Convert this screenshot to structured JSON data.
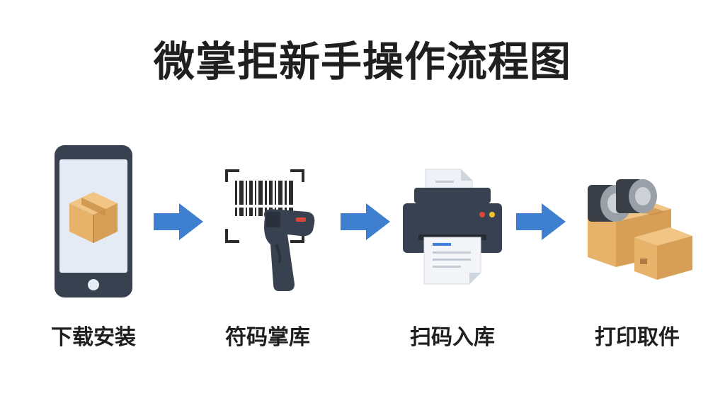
{
  "title": "微掌拒新手操作流程图",
  "colors": {
    "arrow": "#3f7fcf",
    "device_dark": "#38414f",
    "screen": "#e4ebf4",
    "box": "#e7b26a",
    "box_dark": "#c98e48",
    "accent_red": "#d9463a",
    "accent_yellow": "#f2c230",
    "accent_blue": "#3e82de"
  },
  "steps": [
    {
      "label": "下载安装",
      "icon": "smartphone-with-package-icon"
    },
    {
      "label": "符码掌库",
      "icon": "barcode-scanner-icon"
    },
    {
      "label": "扫码入库",
      "icon": "printer-icon"
    },
    {
      "label": "打印取件",
      "icon": "package-boxes-with-tape-rolls-icon"
    }
  ]
}
